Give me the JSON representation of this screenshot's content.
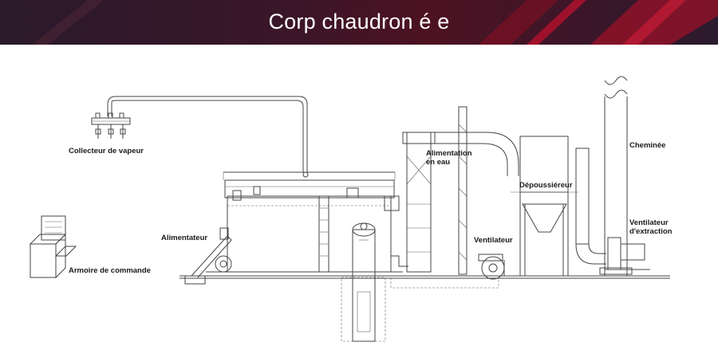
{
  "title": "Corp chaudron é e",
  "colors": {
    "banner_dark": "#2a1a2c",
    "banner_accent": "#c8102e",
    "line": "#444444"
  },
  "labels": {
    "steam_collector": "Collecteur de vapeur",
    "control_cabinet": "Armoire de commande",
    "feeder": "Alimentateur",
    "water_supply_line1": "Alimentation",
    "water_supply_line2": "en eau",
    "dust_collector": "Dépoussiéreur",
    "fan": "Ventilateur",
    "chimney": "Cheminée",
    "extraction_fan_line1": "Ventilateur",
    "extraction_fan_line2": "d'extraction"
  }
}
